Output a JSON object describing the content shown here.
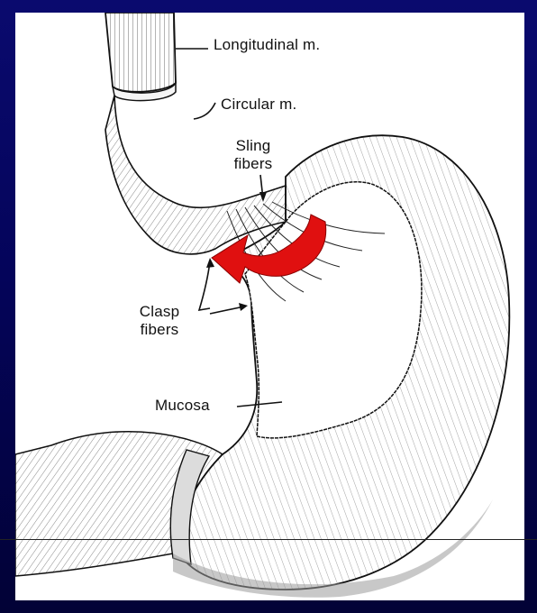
{
  "labels": {
    "longitudinal": "Longitudinal m.",
    "circular": "Circular m.",
    "sling_line1": "Sling",
    "sling_line2": "fibers",
    "clasp_line1": "Clasp",
    "clasp_line2": "fibers",
    "mucosa": "Mucosa"
  },
  "colors": {
    "background": "#04045a",
    "arrow": "#e01010",
    "ink": "#111111"
  },
  "icons": [
    "curved-red-arrow"
  ]
}
